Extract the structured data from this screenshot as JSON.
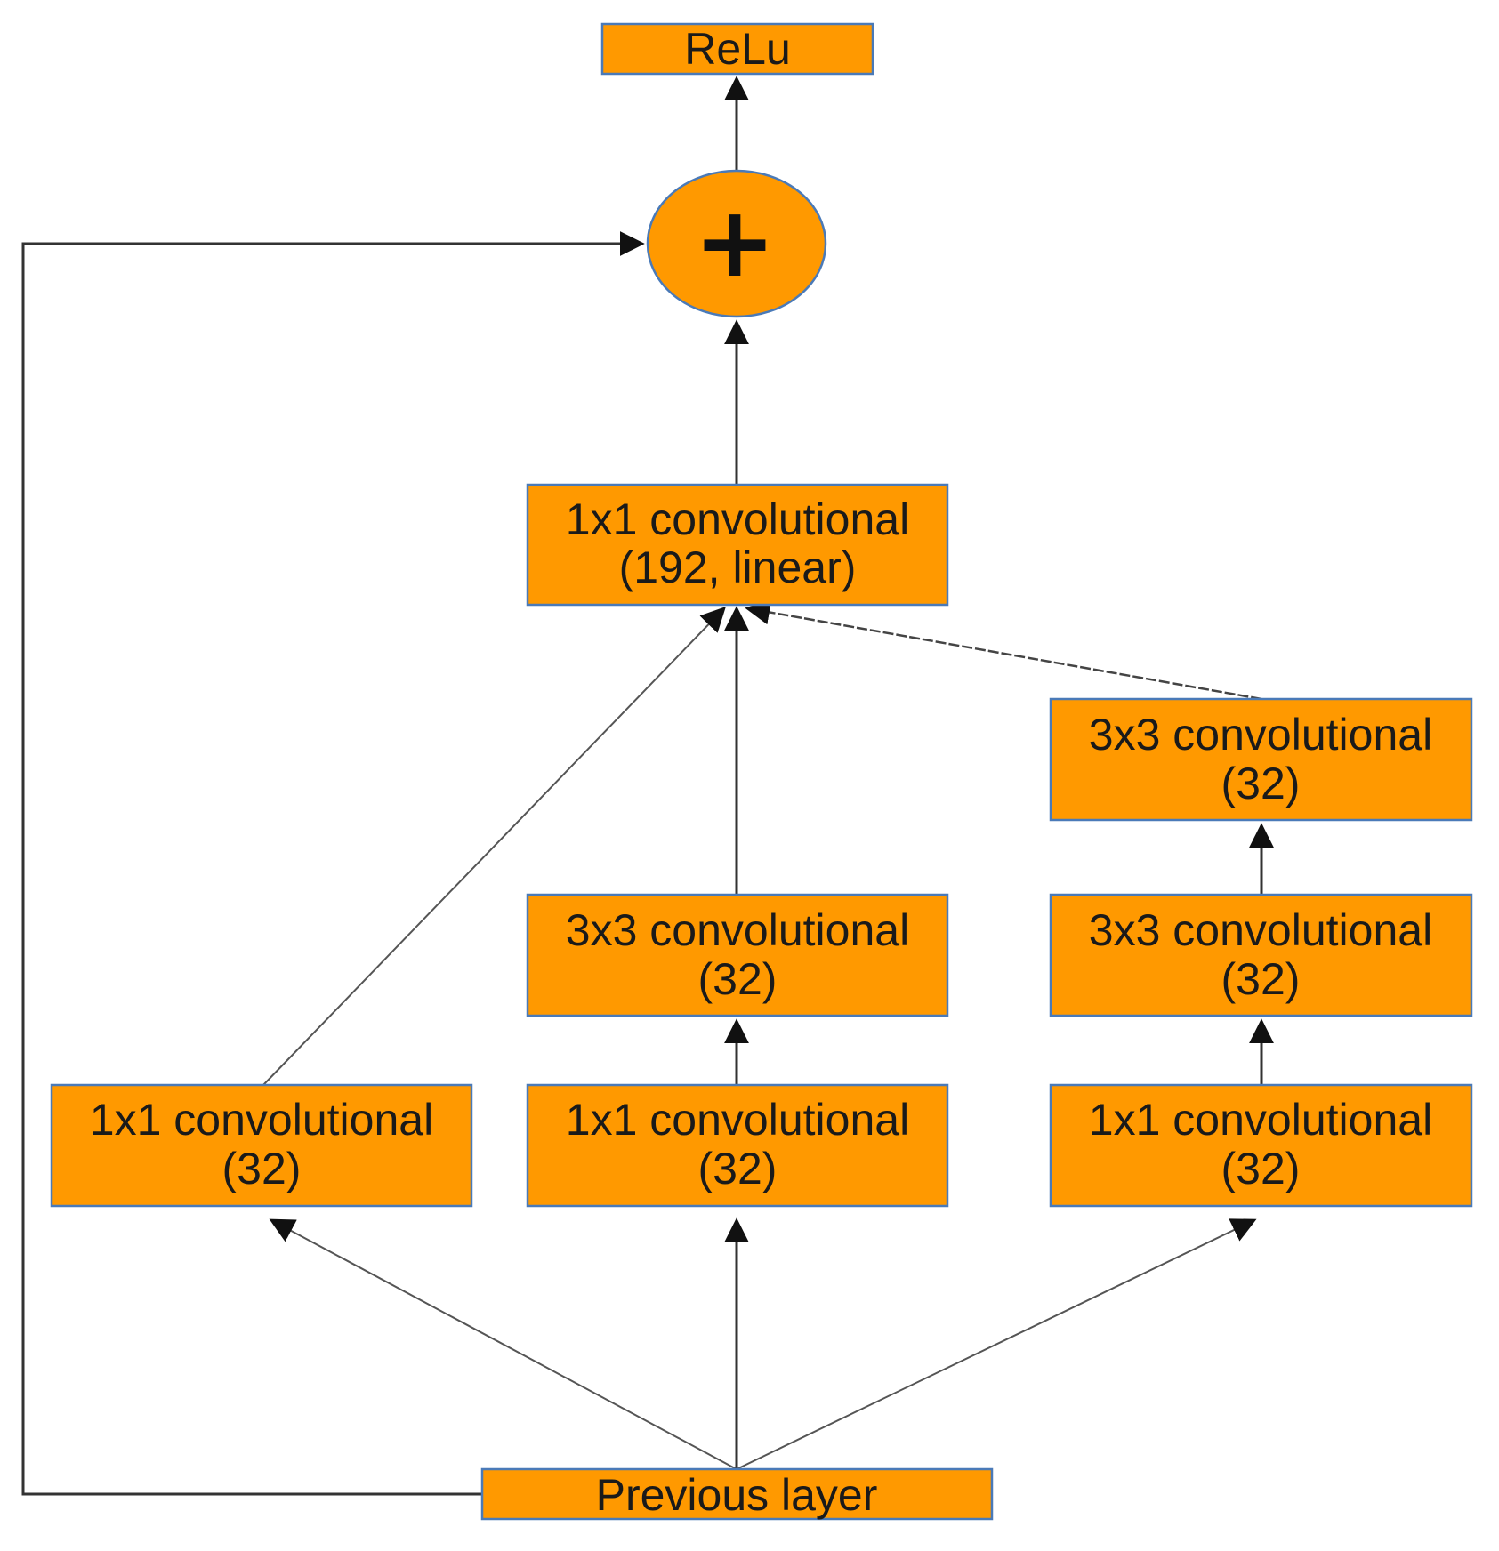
{
  "nodes": {
    "relu": {
      "label": "ReLu"
    },
    "add": {
      "symbol": "+"
    },
    "conv_linear": {
      "line1": "1x1 convolutional",
      "line2": "(192, linear)"
    },
    "branch3_conv3x3_top": {
      "line1": "3x3 convolutional",
      "line2": "(32)"
    },
    "branch2_conv3x3": {
      "line1": "3x3 convolutional",
      "line2": "(32)"
    },
    "branch3_conv3x3_mid": {
      "line1": "3x3 convolutional",
      "line2": "(32)"
    },
    "branch1_conv1x1": {
      "line1": "1x1 convolutional",
      "line2": "(32)"
    },
    "branch2_conv1x1": {
      "line1": "1x1 convolutional",
      "line2": "(32)"
    },
    "branch3_conv1x1": {
      "line1": "1x1 convolutional",
      "line2": "(32)"
    },
    "previous_layer": {
      "label": "Previous layer"
    }
  },
  "colors": {
    "node_fill": "#ff9900",
    "node_border": "#4a7ab8",
    "text": "#1a1a1a",
    "arrow": "#333333"
  }
}
